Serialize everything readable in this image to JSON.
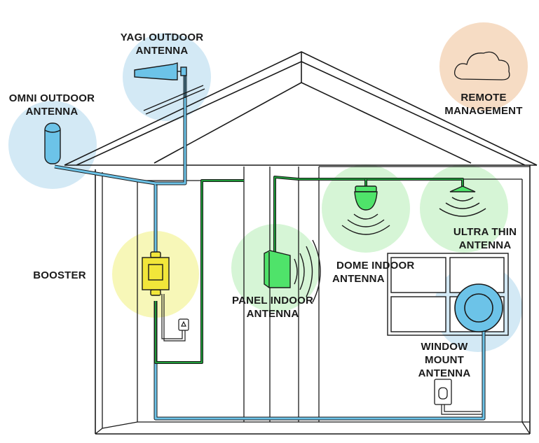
{
  "labels": {
    "yagi": {
      "line1": "YAGI OUTDOOR",
      "line2": "ANTENNA"
    },
    "omni": {
      "line1": "OMNI OUTDOOR",
      "line2": "ANTENNA"
    },
    "remote": {
      "line1": "REMOTE",
      "line2": "MANAGEMENT"
    },
    "booster": {
      "line1": "BOOSTER"
    },
    "panel": {
      "line1": "PANEL INDOOR",
      "line2": "ANTENNA"
    },
    "dome": {
      "line1": "DOME INDOOR",
      "line2": "ANTENNA"
    },
    "ultra": {
      "line1": "ULTRA THIN",
      "line2": "ANTENNA"
    },
    "window": {
      "line1": "WINDOW",
      "line2": "MOUNT",
      "line3": "ANTENNA"
    }
  },
  "colors": {
    "outline": "#1a1a1a",
    "blue_halo": "#d3e9f5",
    "blue_cable": "#6cc3e8",
    "green_halo": "#d6f5d6",
    "green_cable": "#1f9a3a",
    "green_device": "#4fe36a",
    "yellow_halo": "#f7f7b8",
    "yellow_device": "#f2e63a",
    "orange_halo": "#f6dcc4"
  },
  "icons": [
    "cloud-icon",
    "yagi-antenna-icon",
    "omni-antenna-icon",
    "booster-icon",
    "panel-antenna-icon",
    "dome-antenna-icon",
    "ultra-thin-antenna-icon",
    "window-mount-antenna-icon",
    "power-adapter-icon"
  ]
}
